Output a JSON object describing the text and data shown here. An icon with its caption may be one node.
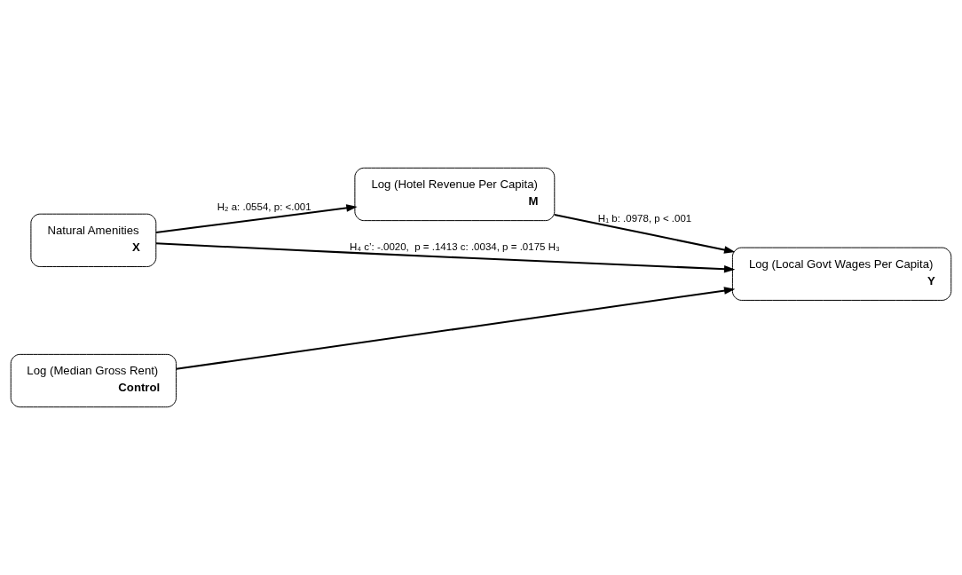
{
  "diagram": {
    "nodes": [
      {
        "text": [
          "Log (Hotel Revenue Per Capita)",
          "M"
        ]
      },
      {
        "text": [
          "Natural Amenities",
          "X"
        ]
      },
      {
        "text": [
          "Log (Local Govt Wages Per Capita)",
          "Y"
        ]
      },
      {
        "text": [
          "Log (Median Gross Rent)",
          "Control"
        ]
      }
    ],
    "edges": [
      {
        "from": 1,
        "to": 0,
        "arrow": "to",
        "label": "H₂ a: .0554, p: <.001"
      },
      {
        "from": 0,
        "to": 2,
        "arrow": "to",
        "label": "H₁ b: .0978, p < .001"
      },
      {
        "from": 1,
        "to": 2,
        "arrow": "to",
        "label": "H₄ c’: -.0020,  p = .1413 c: .0034, p = .0175 H₃"
      },
      {
        "from": 3,
        "to": 2,
        "arrow": "to"
      }
    ]
  }
}
